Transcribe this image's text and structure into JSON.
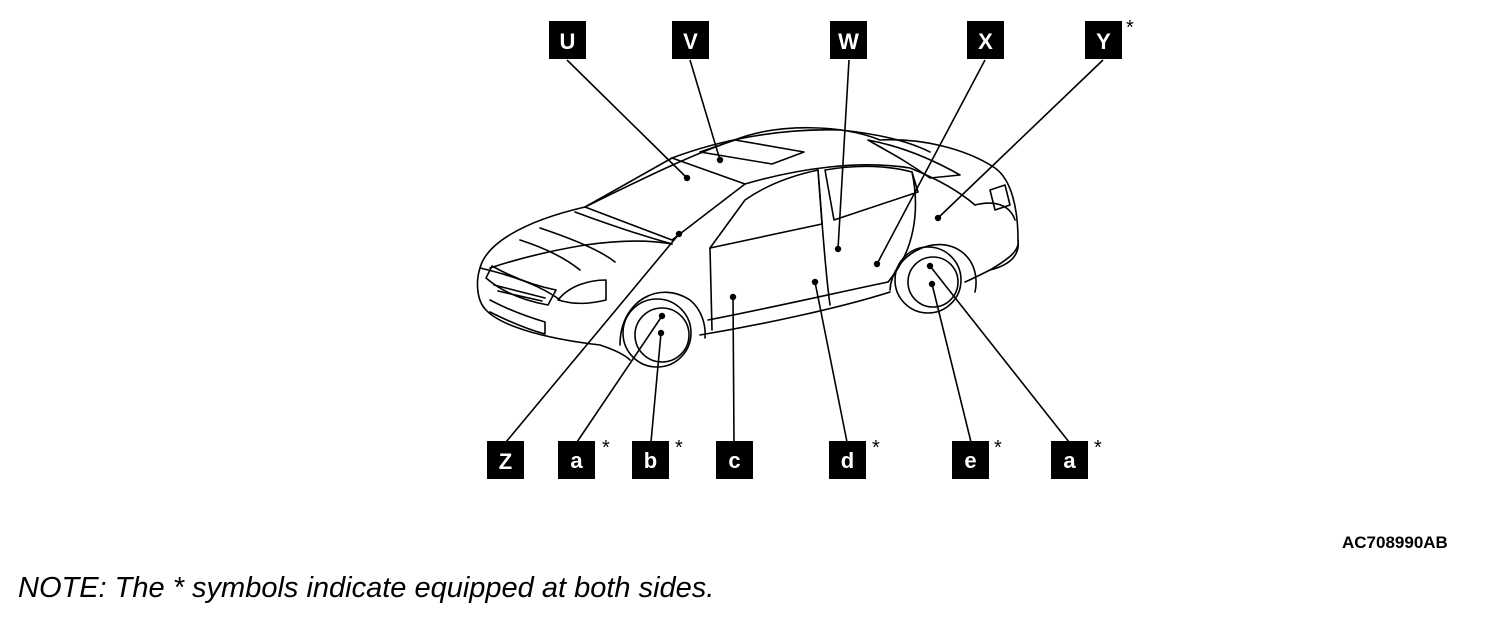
{
  "callouts": {
    "top": [
      {
        "letter": "U",
        "asterisk": ""
      },
      {
        "letter": "V",
        "asterisk": ""
      },
      {
        "letter": "W",
        "asterisk": ""
      },
      {
        "letter": "X",
        "asterisk": ""
      },
      {
        "letter": "Y",
        "asterisk": "*"
      }
    ],
    "bottom": [
      {
        "letter": "Z",
        "asterisk": ""
      },
      {
        "letter": "a",
        "asterisk": "*"
      },
      {
        "letter": "b",
        "asterisk": "*"
      },
      {
        "letter": "c",
        "asterisk": ""
      },
      {
        "letter": "d",
        "asterisk": "*"
      },
      {
        "letter": "e",
        "asterisk": "*"
      },
      {
        "letter": "a",
        "asterisk": "*"
      }
    ]
  },
  "figure_code": "AC708990AB",
  "note": "NOTE: The * symbols indicate equipped at both sides.",
  "colors": {
    "ink": "#000000",
    "paper": "#ffffff",
    "label_text": "#ffffff"
  }
}
